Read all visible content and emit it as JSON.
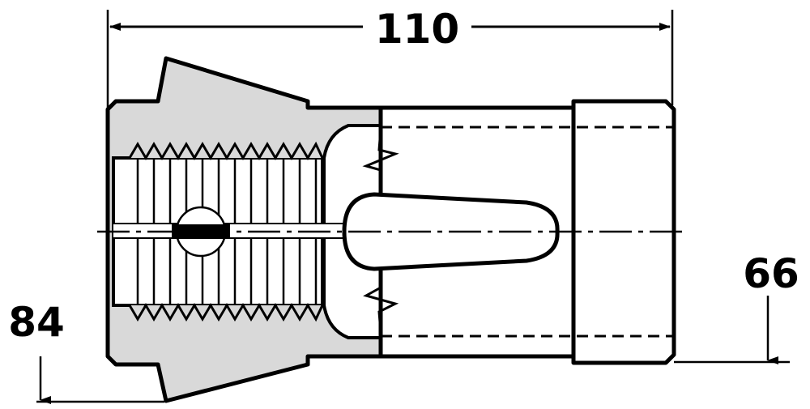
{
  "dimensions": {
    "overall_length": "110",
    "small_diameter": "66",
    "large_diameter": "84"
  },
  "colors": {
    "outline": "#000000",
    "fill": "#d9d9d9",
    "background": "#ffffff"
  }
}
